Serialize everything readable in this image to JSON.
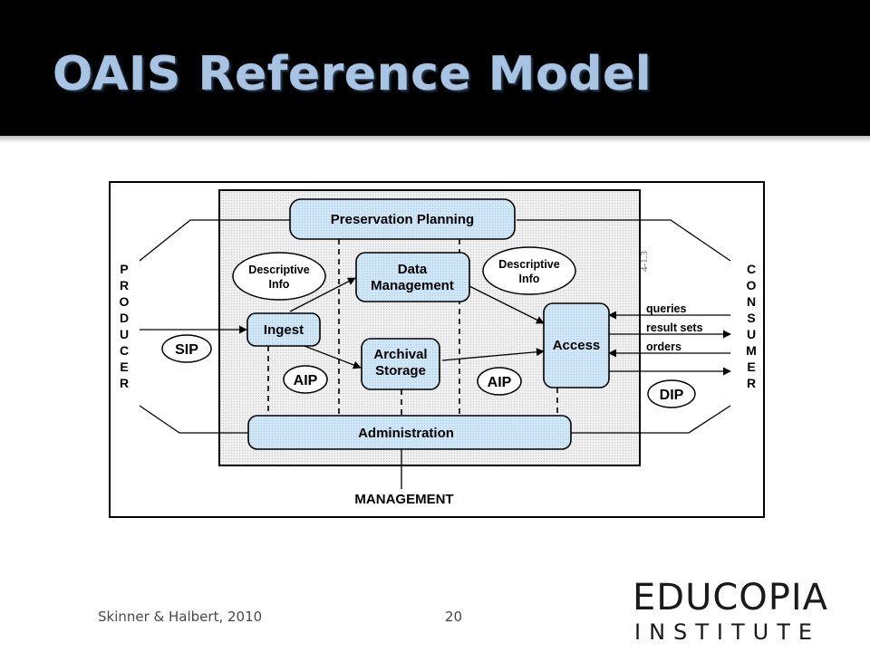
{
  "slide": {
    "title": "OAIS Reference Model",
    "citation": "Skinner & Halbert, 2010",
    "page_number": "20"
  },
  "logo": {
    "name": "EDUCOPIA",
    "subtitle": "INSTITUTE"
  },
  "diagram": {
    "producer": "PRODUCER",
    "consumer": "CONSUMER",
    "management": "MANAGEMENT",
    "figure_id": "4-1.3",
    "boxes": {
      "preservation_planning": "Preservation Planning",
      "data_management_1": "Data",
      "data_management_2": "Management",
      "ingest": "Ingest",
      "archival_storage_1": "Archival",
      "archival_storage_2": "Storage",
      "access": "Access",
      "administration": "Administration"
    },
    "ovals": {
      "descriptive_info_left_1": "Descriptive",
      "descriptive_info_left_2": "Info",
      "descriptive_info_right_1": "Descriptive",
      "descriptive_info_right_2": "Info",
      "sip": "SIP",
      "aip_left": "AIP",
      "aip_right": "AIP",
      "dip": "DIP"
    },
    "flows": {
      "queries": "queries",
      "result_sets": "result sets",
      "orders": "orders"
    }
  },
  "colors": {
    "title": "#a9c4e2",
    "box_fill": "#cfe6f7",
    "archive_fill": "#ececec"
  }
}
